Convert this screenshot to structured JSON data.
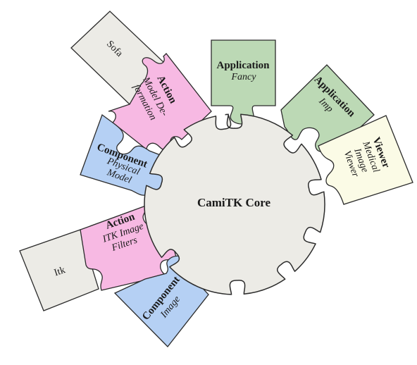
{
  "colors": {
    "core": "#ecebe6",
    "application": "#bcd9b5",
    "action": "#f7b9e3",
    "component": "#b5d0f4",
    "viewer": "#fbfbe6",
    "external": "#ecebe6",
    "stroke": "#2b2b2b"
  },
  "core": {
    "label": "CamiTK Core"
  },
  "pieces": {
    "sofa": {
      "name": "Sofa"
    },
    "action_deformation": {
      "category": "Action",
      "sub1": "Model De-",
      "sub2": "formation"
    },
    "application_fancy": {
      "category": "Application",
      "sub1": "Fancy"
    },
    "application_imp": {
      "category": "Application",
      "sub1": "Imp"
    },
    "viewer": {
      "category": "Viewer",
      "sub1": "Medical",
      "sub2": "Image",
      "sub3": "Viewer"
    },
    "component_physical": {
      "category": "Component",
      "sub1": "Physical",
      "sub2": "Model"
    },
    "action_itk": {
      "category": "Action",
      "sub1": "ITK Image",
      "sub2": "Filters"
    },
    "itk": {
      "name": "Itk"
    },
    "component_image": {
      "category": "Component",
      "sub1": "Image"
    }
  }
}
